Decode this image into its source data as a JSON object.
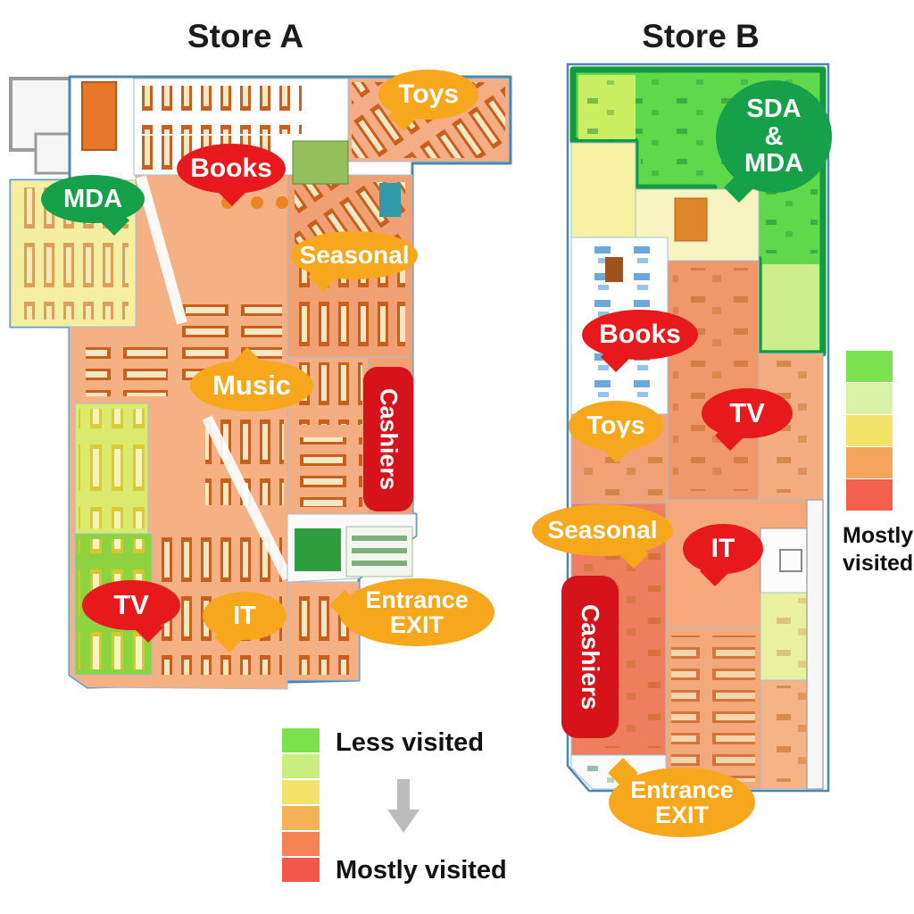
{
  "store_a": {
    "title": "Store A",
    "callouts": {
      "toys": "Toys",
      "books": "Books",
      "mda": "MDA",
      "seasonal": "Seasonal",
      "music": "Music",
      "cashiers": "Cashiers",
      "tv": "TV",
      "it": "IT",
      "entrance_exit": "Entrance EXIT"
    }
  },
  "store_b": {
    "title": "Store B",
    "callouts": {
      "sda_mda": "SDA & MDA",
      "books": "Books",
      "tv": "TV",
      "toys": "Toys",
      "seasonal": "Seasonal",
      "it": "IT",
      "cashiers": "Cashiers",
      "entrance_exit": "Entrance EXIT"
    }
  },
  "legend_flow": {
    "less_label": "Less visited",
    "most_label": "Mostly visited",
    "colors": [
      "#79e24c",
      "#c9ee7e",
      "#f2e36a",
      "#f6b257",
      "#f58355",
      "#f3564b"
    ]
  },
  "legend_scale": {
    "most_label": "Mostly visited",
    "colors": [
      "#79e24c",
      "#d9f2a4",
      "#f2e36a",
      "#f5a45c",
      "#f3604c"
    ]
  },
  "colors": {
    "callout_orange": "#f6a71b",
    "callout_red": "#e8191c",
    "callout_green": "#16a04a",
    "cashiers_red": "#d6131b"
  }
}
